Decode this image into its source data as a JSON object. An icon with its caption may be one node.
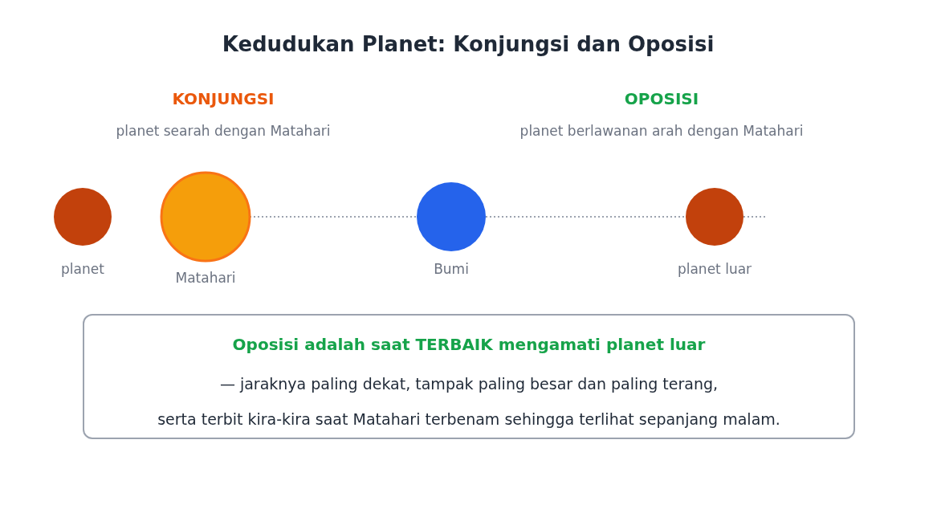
{
  "diagram": {
    "title": "Kedudukan Planet: Konjungsi dan Oposisi",
    "nodes": [
      {
        "text": [],
        "shape": "circle",
        "beside": [
          "planet"
        ]
      },
      {
        "text": [],
        "shape": "circle",
        "beside": [
          "Matahari"
        ]
      },
      {
        "text": [],
        "shape": "circle",
        "beside": [
          "Bumi"
        ]
      },
      {
        "text": [],
        "shape": "circle",
        "beside": [
          "planet luar"
        ]
      },
      {
        "text": [
          "Oposisi adalah saat TERBAIK mengamati planet luar",
          "— jaraknya paling dekat, tampak paling besar dan paling terang,",
          "serta terbit kira-kira saat Matahari terbenam sehingga terlihat sepanjang malam."
        ]
      }
    ],
    "edges": [
      {
        "from": 1,
        "to": 2,
        "arrow": "none",
        "style": "dashed"
      },
      {
        "from": 2,
        "to": 3,
        "arrow": "none",
        "style": "dashed"
      },
      {
        "from": 3,
        "to": null,
        "arrow": "none",
        "style": "dashed"
      }
    ],
    "labels": [
      "KONJUNGSI",
      "planet searah dengan Matahari",
      "OPOSISI",
      "planet berlawanan arah dengan Matahari"
    ]
  }
}
